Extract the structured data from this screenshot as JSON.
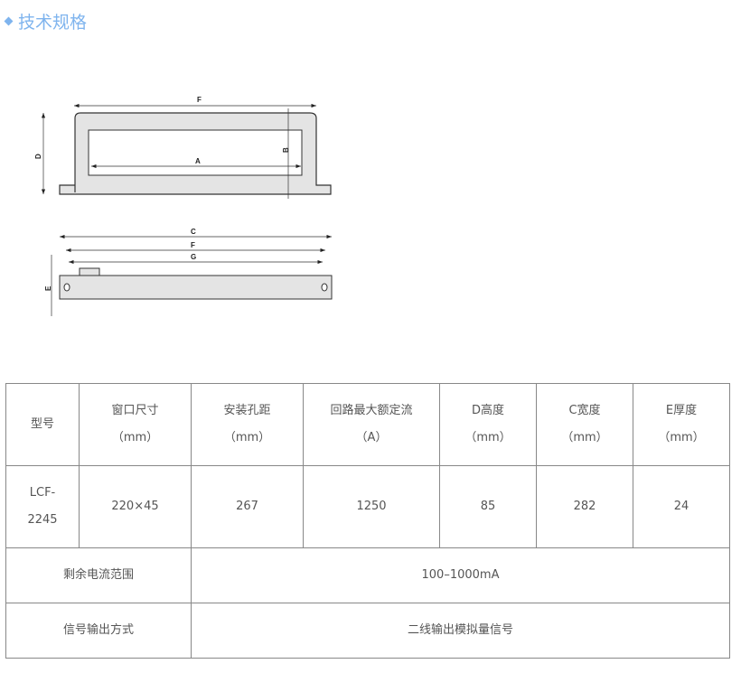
{
  "section_title": "技术规格",
  "diagram": {
    "top_labels": {
      "F": "F",
      "D": "D",
      "A": "A",
      "B": "B"
    },
    "side_labels": {
      "C": "C",
      "F": "F",
      "G": "G",
      "E": "E"
    }
  },
  "table": {
    "headers": [
      {
        "label": "型号",
        "unit": ""
      },
      {
        "label": "窗口尺寸",
        "unit": "（mm）"
      },
      {
        "label": "安装孔距",
        "unit": "（mm）"
      },
      {
        "label": "回路最大额定流",
        "unit": "（A）"
      },
      {
        "label": "D高度",
        "unit": "（mm）"
      },
      {
        "label": "C宽度",
        "unit": "（mm）"
      },
      {
        "label": "E厚度",
        "unit": "（mm）"
      }
    ],
    "row": {
      "model_line1": "LCF-",
      "model_line2": "2245",
      "cells": [
        "220×45",
        "267",
        "1250",
        "85",
        "282",
        "24"
      ]
    },
    "extra_rows": [
      {
        "label": "剩余电流范围",
        "value": "100–1000mA"
      },
      {
        "label": "信号输出方式",
        "value": "二线输出模拟量信号"
      }
    ]
  }
}
